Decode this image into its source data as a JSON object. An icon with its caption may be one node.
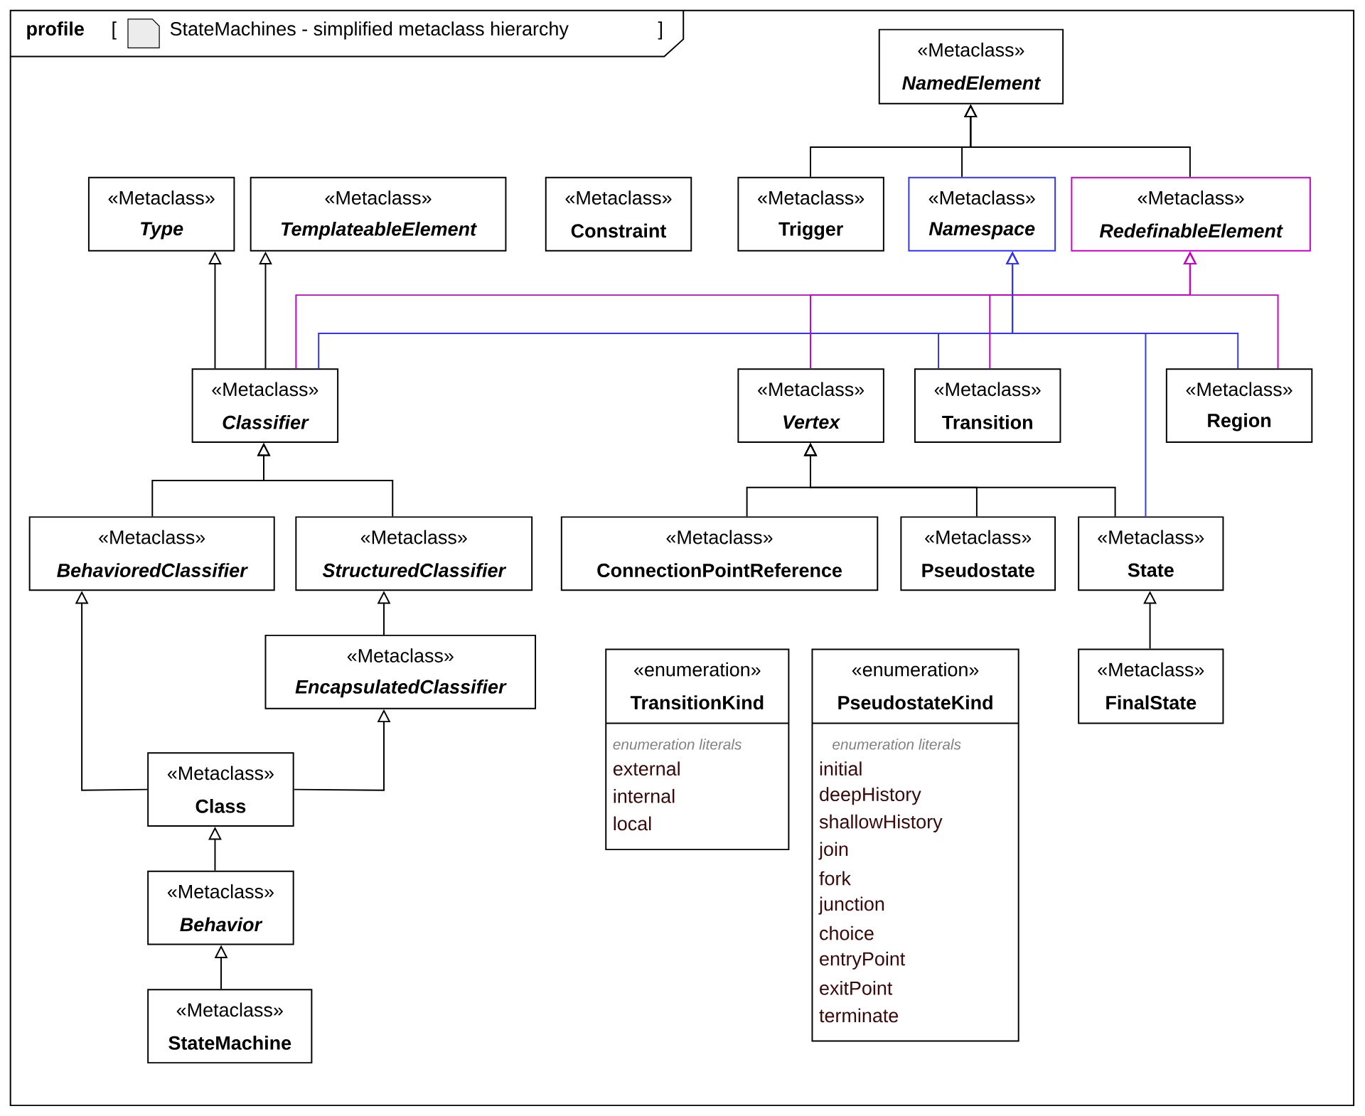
{
  "diagram": {
    "title": "StateMachines - simplified metaclass hierarchy",
    "labels": [
      "profile",
      "[",
      "]"
    ],
    "nodes": [
      {
        "text": [
          "«Metaclass»",
          "NamedElement"
        ]
      },
      {
        "text": [
          "«Metaclass»",
          "Type"
        ]
      },
      {
        "text": [
          "«Metaclass»",
          "TemplateableElement"
        ]
      },
      {
        "text": [
          "«Metaclass»",
          "Constraint"
        ]
      },
      {
        "text": [
          "«Metaclass»",
          "Trigger"
        ]
      },
      {
        "text": [
          "«Metaclass»",
          "Namespace"
        ]
      },
      {
        "text": [
          "«Metaclass»",
          "RedefinableElement"
        ]
      },
      {
        "text": [
          "«Metaclass»",
          "Classifier"
        ]
      },
      {
        "text": [
          "«Metaclass»",
          "Vertex"
        ]
      },
      {
        "text": [
          "«Metaclass»",
          "Transition"
        ]
      },
      {
        "text": [
          "«Metaclass»",
          "Region"
        ]
      },
      {
        "text": [
          "«Metaclass»",
          "BehavioredClassifier"
        ]
      },
      {
        "text": [
          "«Metaclass»",
          "StructuredClassifier"
        ]
      },
      {
        "text": [
          "«Metaclass»",
          "ConnectionPointReference"
        ]
      },
      {
        "text": [
          "«Metaclass»",
          "Pseudostate"
        ]
      },
      {
        "text": [
          "«Metaclass»",
          "State"
        ]
      },
      {
        "text": [
          "«Metaclass»",
          "EncapsulatedClassifier"
        ]
      },
      {
        "text": [
          "«enumeration»",
          "TransitionKind",
          "enumeration literals",
          "external",
          "internal",
          "local"
        ]
      },
      {
        "text": [
          "«enumeration»",
          "PseudostateKind",
          "enumeration literals",
          "initial",
          "deepHistory",
          "shallowHistory",
          "join",
          "fork",
          "junction",
          "choice",
          "entryPoint",
          "exitPoint",
          "terminate"
        ]
      },
      {
        "text": [
          "«Metaclass»",
          "FinalState"
        ]
      },
      {
        "text": [
          "«Metaclass»",
          "Class"
        ]
      },
      {
        "text": [
          "«Metaclass»",
          "Behavior"
        ]
      },
      {
        "text": [
          "«Metaclass»",
          "StateMachine"
        ]
      }
    ],
    "edges": [
      {
        "from": 4,
        "to": 0,
        "arrow": "to"
      },
      {
        "from": 5,
        "to": 0,
        "arrow": "to"
      },
      {
        "from": 6,
        "to": 0,
        "arrow": "to"
      },
      {
        "from": 7,
        "to": 1,
        "arrow": "to"
      },
      {
        "from": 7,
        "to": 2,
        "arrow": "to"
      },
      {
        "from": 7,
        "to": 6,
        "arrow": "to",
        "color": "#cc00cc"
      },
      {
        "from": 7,
        "to": 5,
        "arrow": "to",
        "color": "#3333ff"
      },
      {
        "from": 8,
        "to": 6,
        "arrow": "to",
        "color": "#cc00cc"
      },
      {
        "from": 9,
        "to": 5,
        "arrow": "to",
        "color": "#3333ff"
      },
      {
        "from": 9,
        "to": 6,
        "arrow": "to",
        "color": "#cc00cc"
      },
      {
        "from": 10,
        "to": 5,
        "arrow": "to",
        "color": "#3333ff"
      },
      {
        "from": 10,
        "to": 6,
        "arrow": "to",
        "color": "#cc00cc"
      },
      {
        "from": 15,
        "to": 5,
        "arrow": "to",
        "color": "#3333ff"
      },
      {
        "from": 11,
        "to": 7,
        "arrow": "to"
      },
      {
        "from": 12,
        "to": 7,
        "arrow": "to"
      },
      {
        "from": 13,
        "to": 8,
        "arrow": "to"
      },
      {
        "from": 14,
        "to": 8,
        "arrow": "to"
      },
      {
        "from": 15,
        "to": 8,
        "arrow": "to"
      },
      {
        "from": 16,
        "to": 12,
        "arrow": "to"
      },
      {
        "from": 19,
        "to": 15,
        "arrow": "to"
      },
      {
        "from": 20,
        "to": 11,
        "arrow": "to"
      },
      {
        "from": 20,
        "to": 16,
        "arrow": "to"
      },
      {
        "from": 21,
        "to": 20,
        "arrow": "to"
      },
      {
        "from": 22,
        "to": 21,
        "arrow": "to"
      }
    ]
  }
}
